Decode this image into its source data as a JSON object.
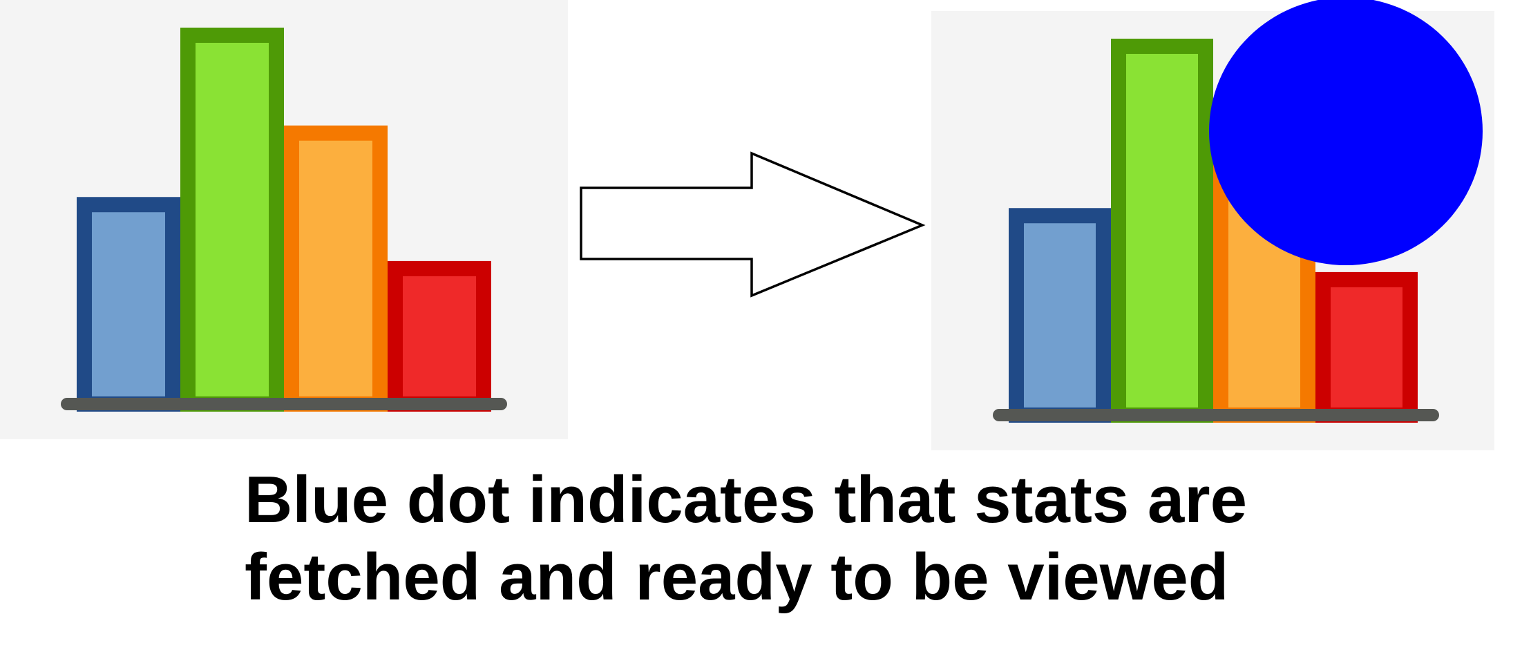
{
  "caption": {
    "line1": "Blue dot indicates that stats are",
    "line2": "fetched and ready to be viewed"
  },
  "icon": {
    "bars": [
      {
        "name": "blue",
        "level": 0.55,
        "fill": "#729fcf",
        "stroke": "#204a87"
      },
      {
        "name": "green",
        "level": 1.0,
        "fill": "#8ae234",
        "stroke": "#4e9a06"
      },
      {
        "name": "orange",
        "level": 0.74,
        "fill": "#fcaf3e",
        "stroke": "#f57900"
      },
      {
        "name": "red",
        "level": 0.38,
        "fill": "#ef2929",
        "stroke": "#cc0000"
      }
    ],
    "baseline_color": "#555753",
    "panel_color": "#f4f4f4"
  },
  "arrow": {
    "fill": "#ffffff",
    "stroke": "#000000"
  },
  "status_dot": {
    "color": "#0000ff"
  }
}
